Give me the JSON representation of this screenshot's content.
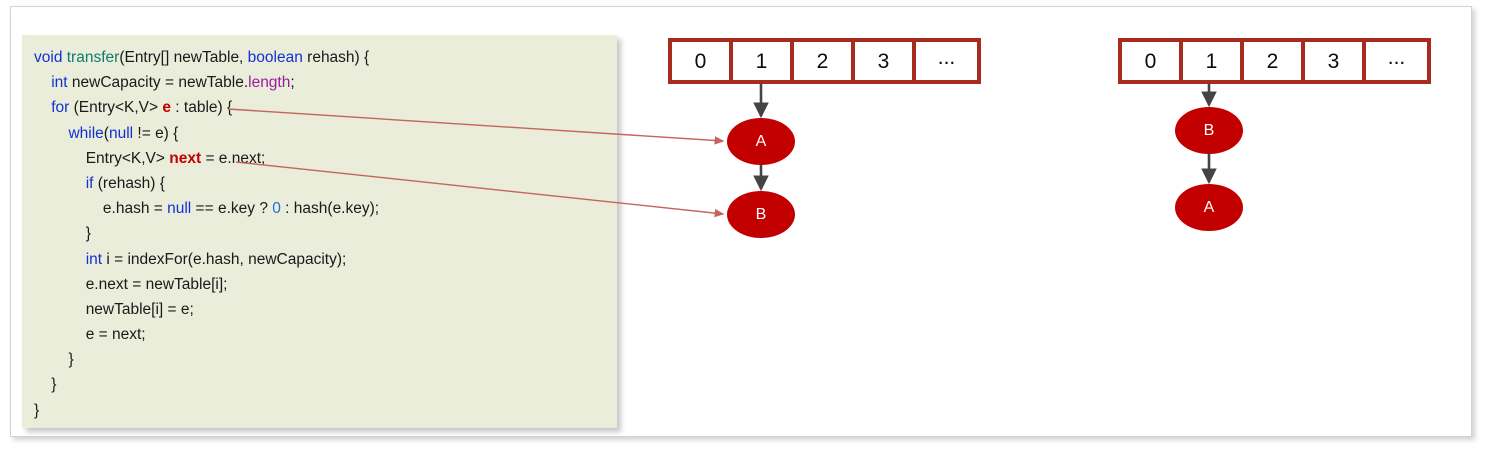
{
  "figure": {
    "title": "HashMap transfer() rehash illustration",
    "colors": {
      "code_background": "#e9edda",
      "keyword": "#1330d6",
      "function_name": "#117a70",
      "property": "#9c1c9c",
      "number_literal": "#1f6fe0",
      "highlight_variable": "#c40000",
      "array_border": "#a82b22",
      "node_fill": "#c20000",
      "node_label": "#ffffff",
      "link_arrow": "#444444",
      "reference_arrow": "#c4645c",
      "frame_border": "#d2d2d2",
      "page_background": "#ffffff"
    }
  },
  "code_panel": {
    "language": "java",
    "lines": [
      {
        "indent": 0,
        "tokens": [
          {
            "text": "void ",
            "style": "kw"
          },
          {
            "text": "transfer",
            "style": "fn"
          },
          {
            "text": "(Entry[] newTable, ",
            "style": "plain"
          },
          {
            "text": "boolean ",
            "style": "kw"
          },
          {
            "text": "rehash) {",
            "style": "plain"
          }
        ]
      },
      {
        "indent": 1,
        "tokens": [
          {
            "text": "int ",
            "style": "kw"
          },
          {
            "text": "newCapacity = newTable.",
            "style": "plain"
          },
          {
            "text": "length",
            "style": "prop"
          },
          {
            "text": ";",
            "style": "plain"
          }
        ]
      },
      {
        "indent": 1,
        "tokens": [
          {
            "text": "for ",
            "style": "kw"
          },
          {
            "text": "(Entry<K,V> ",
            "style": "plain"
          },
          {
            "text": "e",
            "style": "var"
          },
          {
            "text": " : table) {",
            "style": "plain"
          }
        ]
      },
      {
        "indent": 2,
        "tokens": [
          {
            "text": "while",
            "style": "kw"
          },
          {
            "text": "(",
            "style": "plain"
          },
          {
            "text": "null",
            "style": "kw"
          },
          {
            "text": " != e) {",
            "style": "plain"
          }
        ]
      },
      {
        "indent": 3,
        "tokens": [
          {
            "text": "Entry<K,V> ",
            "style": "plain"
          },
          {
            "text": "next",
            "style": "var"
          },
          {
            "text": " = e.next;",
            "style": "plain"
          }
        ]
      },
      {
        "indent": 3,
        "tokens": [
          {
            "text": "if ",
            "style": "kw"
          },
          {
            "text": "(rehash) {",
            "style": "plain"
          }
        ]
      },
      {
        "indent": 4,
        "tokens": [
          {
            "text": "e.hash = ",
            "style": "plain"
          },
          {
            "text": "null",
            "style": "kw"
          },
          {
            "text": " == e.key ? ",
            "style": "plain"
          },
          {
            "text": "0",
            "style": "num"
          },
          {
            "text": " : hash(e.key);",
            "style": "plain"
          }
        ]
      },
      {
        "indent": 3,
        "tokens": [
          {
            "text": "}",
            "style": "plain"
          }
        ]
      },
      {
        "indent": 3,
        "tokens": [
          {
            "text": "int ",
            "style": "kw"
          },
          {
            "text": "i = indexFor(e.hash, newCapacity);",
            "style": "plain"
          }
        ]
      },
      {
        "indent": 3,
        "tokens": [
          {
            "text": "e.next = newTable[i];",
            "style": "plain"
          }
        ]
      },
      {
        "indent": 3,
        "tokens": [
          {
            "text": "newTable[i] = e;",
            "style": "plain"
          }
        ]
      },
      {
        "indent": 3,
        "tokens": [
          {
            "text": "e = next;",
            "style": "plain"
          }
        ]
      },
      {
        "indent": 2,
        "tokens": [
          {
            "text": "}",
            "style": "plain"
          }
        ]
      },
      {
        "indent": 1,
        "tokens": [
          {
            "text": "}",
            "style": "plain"
          }
        ]
      },
      {
        "indent": 0,
        "tokens": [
          {
            "text": "}",
            "style": "plain"
          }
        ]
      }
    ]
  },
  "diagrams": [
    {
      "id": "before",
      "name": "old-table-diagram",
      "bucket_cells": [
        "0",
        "1",
        "2",
        "3",
        "..."
      ],
      "linked_bucket_index": 1,
      "chain": [
        "A",
        "B"
      ],
      "chain_direction": "A -> B"
    },
    {
      "id": "after",
      "name": "new-table-diagram",
      "bucket_cells": [
        "0",
        "1",
        "2",
        "3",
        "..."
      ],
      "linked_bucket_index": 1,
      "chain": [
        "B",
        "A"
      ],
      "chain_direction": "B -> A"
    }
  ],
  "reference_arrows": [
    {
      "from_code_token": "e",
      "to_node": "A",
      "diagram": "before"
    },
    {
      "from_code_token": "next",
      "to_node": "B",
      "diagram": "before"
    }
  ]
}
